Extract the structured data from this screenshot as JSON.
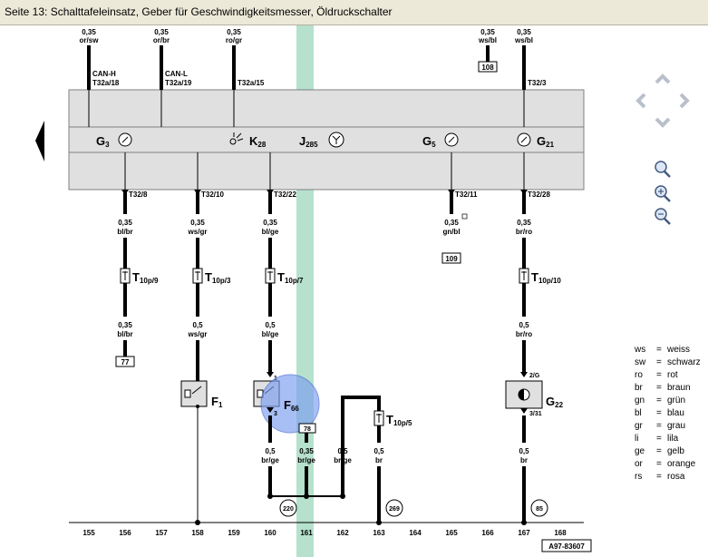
{
  "window": {
    "title": "Seite 13: Schalttafeleinsatz, Geber für Geschwindigkeitsmesser, Öldruckschalter"
  },
  "top_wires": [
    {
      "size": "0,35",
      "color": "or/sw",
      "signal": "CAN-H",
      "pin": "T32a/18"
    },
    {
      "size": "0,35",
      "color": "or/br",
      "signal": "CAN-L",
      "pin": "T32a/19"
    },
    {
      "size": "0,35",
      "color": "ro/gr",
      "pin": "T32a/15"
    },
    {
      "size": "0,35",
      "color": "ws/bl",
      "ref": "108"
    },
    {
      "size": "0,35",
      "color": "ws/bl",
      "pin": "T32/3"
    }
  ],
  "components": {
    "g3": {
      "name": "G",
      "sub": "3"
    },
    "k28": {
      "name": "K",
      "sub": "28"
    },
    "j285": {
      "name": "J",
      "sub": "285"
    },
    "g5": {
      "name": "G",
      "sub": "5"
    },
    "g21": {
      "name": "G",
      "sub": "21"
    },
    "f1": {
      "name": "F",
      "sub": "1"
    },
    "f66": {
      "name": "F",
      "sub": "66"
    },
    "g22": {
      "name": "G",
      "sub": "22"
    }
  },
  "lower_pins": [
    "T32/8",
    "T32/10",
    "T32/22",
    "T32/11",
    "T32/28"
  ],
  "wires_mid": [
    {
      "size": "0,35",
      "color": "bl/br"
    },
    {
      "size": "0,35",
      "color": "ws/gr"
    },
    {
      "size": "0,35",
      "color": "bl/ge"
    },
    {
      "size": "0,35",
      "color": "gn/bl",
      "ref": "109"
    },
    {
      "size": "0,35",
      "color": "br/ro"
    }
  ],
  "connectors": [
    {
      "name": "T",
      "sub": "10p/9"
    },
    {
      "name": "T",
      "sub": "10p/3"
    },
    {
      "name": "T",
      "sub": "10p/7"
    },
    {
      "name": "T",
      "sub": "10p/10"
    },
    {
      "name": "T",
      "sub": "10p/5"
    }
  ],
  "wires_low": [
    {
      "size": "0,35",
      "color": "bl/br",
      "ref": "77"
    },
    {
      "size": "0,5",
      "color": "ws/gr"
    },
    {
      "size": "0,5",
      "color": "bl/ge"
    },
    {
      "size": "0,5",
      "color": "br/ro"
    }
  ],
  "pin_labels": {
    "f1_pin": "1",
    "f66_pin": "3",
    "g22_top": "2/G",
    "g22_bot": "3/31"
  },
  "ref_78": "78",
  "bottom_wires": [
    {
      "size": "0,5",
      "color": "br/ge"
    },
    {
      "size": "0,35",
      "color": "br/ge"
    },
    {
      "size": "0,5",
      "color": "br/ge"
    },
    {
      "size": "0,5",
      "color": "br"
    },
    {
      "size": "0,5",
      "color": "br"
    }
  ],
  "ground_refs": [
    "220",
    "269",
    "85"
  ],
  "axis": [
    "155",
    "156",
    "157",
    "158",
    "159",
    "160",
    "161",
    "162",
    "163",
    "164",
    "165",
    "166",
    "167",
    "168"
  ],
  "diagram_id": "A97-83607",
  "legend": [
    {
      "abbr": "ws",
      "eq": "=",
      "word": "weiss"
    },
    {
      "abbr": "sw",
      "eq": "=",
      "word": "schwarz"
    },
    {
      "abbr": "ro",
      "eq": "=",
      "word": "rot"
    },
    {
      "abbr": "br",
      "eq": "=",
      "word": "braun"
    },
    {
      "abbr": "gn",
      "eq": "=",
      "word": "grün"
    },
    {
      "abbr": "bl",
      "eq": "=",
      "word": "blau"
    },
    {
      "abbr": "gr",
      "eq": "=",
      "word": "grau"
    },
    {
      "abbr": "li",
      "eq": "=",
      "word": "lila"
    },
    {
      "abbr": "ge",
      "eq": "=",
      "word": "gelb"
    },
    {
      "abbr": "or",
      "eq": "=",
      "word": "orange"
    },
    {
      "abbr": "rs",
      "eq": "=",
      "word": "rosa"
    }
  ],
  "colors": {
    "highlight": "#a8dcc4",
    "panel": "#e0e0e0",
    "zoom_circle": "#7a9ef0",
    "nav_icon": "#c0c6d0"
  }
}
